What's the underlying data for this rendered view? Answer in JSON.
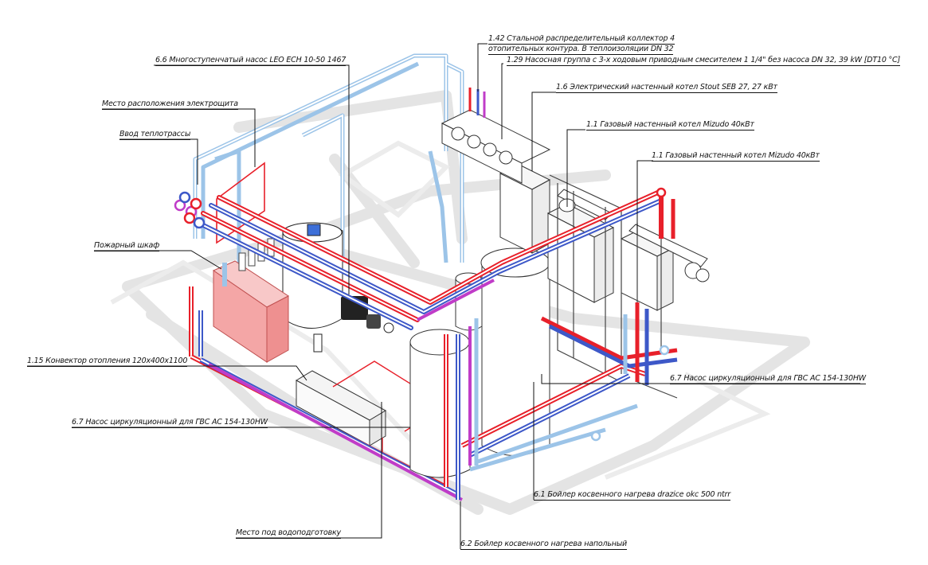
{
  "labels": {
    "collector_line1": "1.42 Стальной распределительный коллектор 4",
    "collector_line2": "отопительных контура. В теплоизоляции DN 32",
    "pump_group": "1.29 Насосная группа с 3-х ходовым приводным смесителем 1 1/4\" без насоса DN 32, 39 kW [DT10 °C]",
    "multistage_pump": "6.6 Многоступенчатый насос LEO ECH 10-50 1467",
    "electric_boiler": "1.6 Электрический настенный котел Stout SEB 27, 27 кВт",
    "gas_boiler_1": "1.1 Газовый настенный котел Mizudo 40кВт",
    "gas_boiler_2": "1.1 Газовый настенный котел Mizudo 40кВт",
    "electric_panel": "Место расположения электрощита",
    "heating_main": "Ввод теплотрассы",
    "fire_cabinet": "Пожарный шкаф",
    "convector": "1.15 Конвектор отопления 120х400х1100",
    "circ_pump_right": "6.7 Насос циркуляционный для ГВС AC 154-130HW",
    "circ_pump_left": "6.7 Насос циркуляционный для ГВС AC 154-130HW",
    "boiler_500": "6.1 Бойлер косвенного нагрева drazice okc 500 ntrr",
    "water_treatment": "Место под водоподготовку",
    "floor_boiler": "6.2 Бойлер косвенного нагрева напольный"
  },
  "colors": {
    "supply": "#e8202a",
    "return": "#3d58c8",
    "magenta": "#c03cc8",
    "cold": "#9cc4e8",
    "fire_cabinet_fill": "#f4a6a6",
    "ghost": "#e6e6e6",
    "leader": "#111111"
  }
}
